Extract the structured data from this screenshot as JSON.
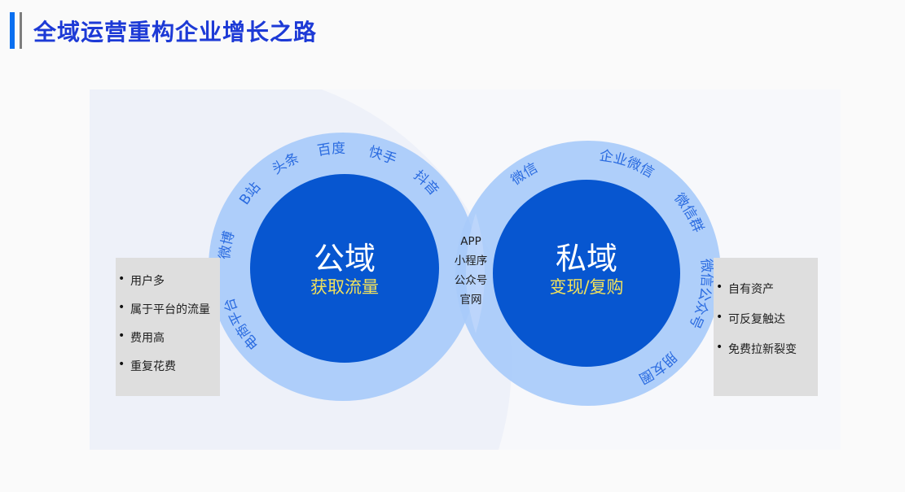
{
  "header": {
    "title": "全域运营重构企业增长之路"
  },
  "public_domain": {
    "title": "公域",
    "subtitle": "获取流量",
    "channels": [
      "抖音",
      "快手",
      "百度",
      "头条",
      "B站",
      "微博",
      "电商平台"
    ],
    "features": [
      "用户多",
      "属于平台的流量",
      "费用高",
      "重复花费"
    ]
  },
  "private_domain": {
    "title": "私域",
    "subtitle": "变现/复购",
    "channels": [
      "微信",
      "企业微信",
      "微信群",
      "微信公众号",
      "朋友圈"
    ],
    "features": [
      "自有资产",
      "可反复触达",
      "免费拉新裂变"
    ]
  },
  "overlap": {
    "items": [
      "APP",
      "小程序",
      "公众号",
      "官网"
    ]
  },
  "colors": {
    "title": "#1d3ad6",
    "accent_bar": "#0a6ff0",
    "outer_ring": "#a8cbfa",
    "inner_circle": "#0756d0",
    "ring_text": "#2a6be0",
    "subtitle": "#f3e25a",
    "panel_bg": "#dedede",
    "bg_shape": "#eef1f9"
  }
}
